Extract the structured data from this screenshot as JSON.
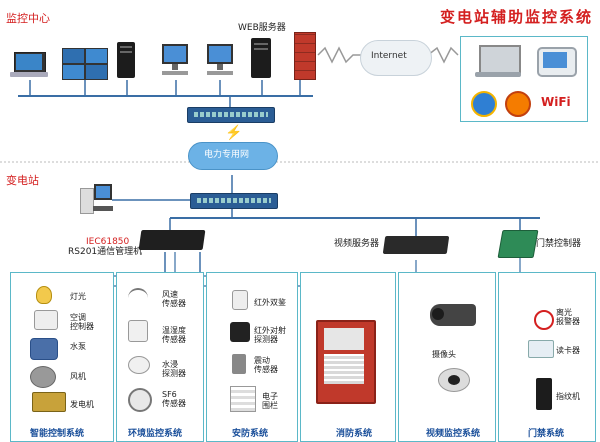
{
  "banner": "变电站辅助监控系统",
  "monitor_center": "监控中心",
  "substation": "变电站",
  "web_server": "WEB服务器",
  "internet": "Internet",
  "power_network": "电力专用网",
  "iec_line1": "IEC61850",
  "iec_line2": "RS201通信管理机",
  "video_server": "视频服务器",
  "access_controller": "门禁控制器",
  "wifi_label": "WiFi",
  "systems": {
    "smart_control": {
      "name": "智能控制系统",
      "items": [
        "灯光",
        "空调\n控制器",
        "水泵",
        "风机",
        "发电机"
      ]
    },
    "env_monitor": {
      "name": "环境监控系统",
      "items": [
        "风速\n传感器",
        "温湿度\n传感器",
        "水浸\n探测器",
        "SF6\n传感器"
      ]
    },
    "security": {
      "name": "安防系统",
      "items": [
        "红外双鉴",
        "红外对射\n探测器",
        "震动\n传感器",
        "电子\n围栏"
      ]
    },
    "fire": {
      "name": "消防系统"
    },
    "video": {
      "name": "视频监控系统",
      "items": [
        "摄像头"
      ]
    },
    "access": {
      "name": "门禁系统",
      "items": [
        "离光\n报警器",
        "读卡器",
        "指纹机"
      ]
    }
  }
}
